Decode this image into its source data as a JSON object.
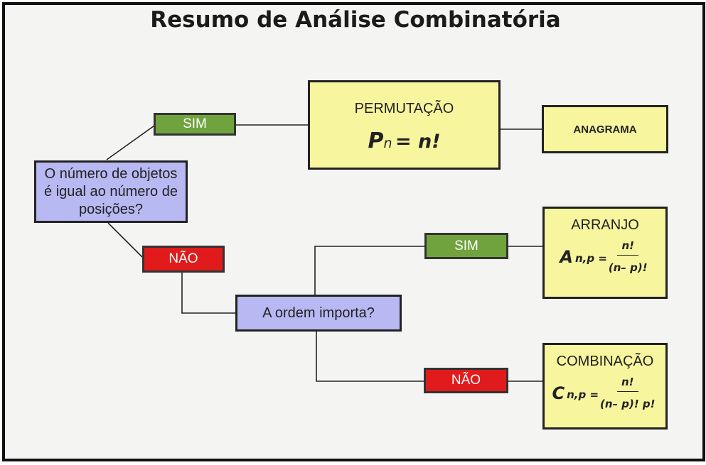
{
  "title": "Resumo de Análise Combinatória",
  "nodes": {
    "q1": "O número de objetos é igual ao número de posições?",
    "q1_yes": "SIM",
    "q1_no": "NÃO",
    "q2": "A ordem importa?",
    "q2_yes": "SIM",
    "q2_no": "NÃO",
    "anagrama": "ANAGRAMA"
  },
  "results": {
    "permutacao": {
      "name": "PERMUTAÇÃO",
      "symbol": "P",
      "sub": "n",
      "rhs": "= n!"
    },
    "arranjo": {
      "name": "ARRANJO",
      "symbol": "A",
      "sub": "n,p =",
      "num": "n!",
      "den": "(n– p)!"
    },
    "combinacao": {
      "name": "COMBINAÇÃO",
      "symbol": "C",
      "sub": "n,p =",
      "num": "n!",
      "den": "(n– p)! p!"
    }
  },
  "colors": {
    "question": "#b8b8f2",
    "yes": "#70a33d",
    "no": "#e11b1b",
    "result": "#f7f59e"
  }
}
